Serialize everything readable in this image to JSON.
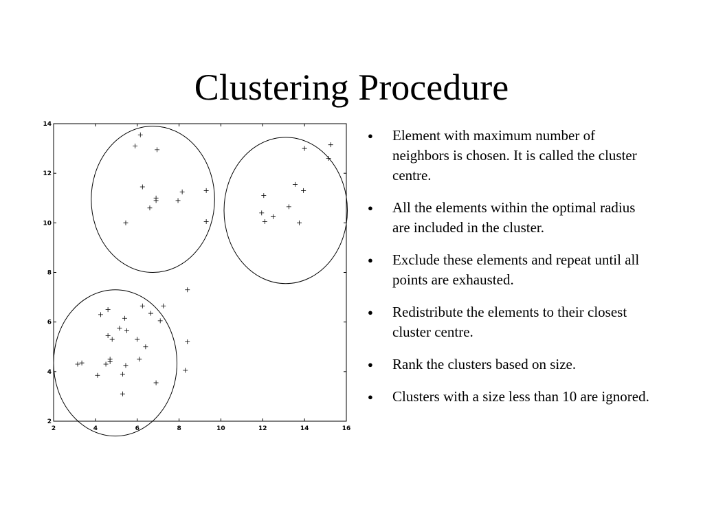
{
  "slide": {
    "title": "Clustering Procedure"
  },
  "bullets": [
    "Element with maximum number of neighbors is chosen. It is called the cluster centre.",
    "All the elements within the optimal radius are included in the cluster.",
    "Exclude these elements and repeat until all points are exhausted.",
    "Redistribute the elements to their closest cluster centre.",
    "Rank the clusters based on size.",
    "Clusters with a size less than 10 are ignored."
  ],
  "chart_data": {
    "type": "scatter",
    "marker": "+",
    "xlim": [
      2,
      16
    ],
    "ylim": [
      2,
      14
    ],
    "xticks": [
      "2",
      "4",
      "6",
      "8",
      "10",
      "12",
      "14",
      "16"
    ],
    "yticks": [
      "2",
      "4",
      "6",
      "8",
      "10",
      "12",
      "14"
    ],
    "grid": false,
    "points": [
      {
        "x": 6.15,
        "y": 13.55
      },
      {
        "x": 5.9,
        "y": 13.1
      },
      {
        "x": 6.95,
        "y": 12.95
      },
      {
        "x": 6.25,
        "y": 11.45
      },
      {
        "x": 6.9,
        "y": 11.0
      },
      {
        "x": 6.9,
        "y": 10.9
      },
      {
        "x": 8.15,
        "y": 11.25
      },
      {
        "x": 7.95,
        "y": 10.9
      },
      {
        "x": 9.3,
        "y": 11.3
      },
      {
        "x": 6.6,
        "y": 10.6
      },
      {
        "x": 5.45,
        "y": 10.0
      },
      {
        "x": 9.3,
        "y": 10.05
      },
      {
        "x": 14.0,
        "y": 13.0
      },
      {
        "x": 15.25,
        "y": 13.15
      },
      {
        "x": 15.15,
        "y": 12.6
      },
      {
        "x": 13.55,
        "y": 11.55
      },
      {
        "x": 13.95,
        "y": 11.3
      },
      {
        "x": 12.05,
        "y": 11.1
      },
      {
        "x": 13.25,
        "y": 10.65
      },
      {
        "x": 11.95,
        "y": 10.4
      },
      {
        "x": 12.5,
        "y": 10.25
      },
      {
        "x": 12.1,
        "y": 10.05
      },
      {
        "x": 13.75,
        "y": 10.0
      },
      {
        "x": 8.4,
        "y": 7.3
      },
      {
        "x": 7.25,
        "y": 6.65
      },
      {
        "x": 6.25,
        "y": 6.65
      },
      {
        "x": 4.6,
        "y": 6.5
      },
      {
        "x": 4.25,
        "y": 6.3
      },
      {
        "x": 6.65,
        "y": 6.35
      },
      {
        "x": 5.4,
        "y": 6.15
      },
      {
        "x": 7.1,
        "y": 6.05
      },
      {
        "x": 5.15,
        "y": 5.75
      },
      {
        "x": 5.5,
        "y": 5.65
      },
      {
        "x": 4.6,
        "y": 5.45
      },
      {
        "x": 4.8,
        "y": 5.3
      },
      {
        "x": 6.0,
        "y": 5.3
      },
      {
        "x": 8.4,
        "y": 5.2
      },
      {
        "x": 6.4,
        "y": 5.0
      },
      {
        "x": 6.1,
        "y": 4.5
      },
      {
        "x": 4.7,
        "y": 4.5
      },
      {
        "x": 4.7,
        "y": 4.4
      },
      {
        "x": 3.15,
        "y": 4.3
      },
      {
        "x": 3.35,
        "y": 4.35
      },
      {
        "x": 4.5,
        "y": 4.3
      },
      {
        "x": 5.45,
        "y": 4.25
      },
      {
        "x": 8.3,
        "y": 4.05
      },
      {
        "x": 4.1,
        "y": 3.85
      },
      {
        "x": 5.3,
        "y": 3.9
      },
      {
        "x": 6.9,
        "y": 3.55
      },
      {
        "x": 5.3,
        "y": 3.1
      }
    ],
    "circles": [
      {
        "cx": 6.75,
        "cy": 10.95,
        "r": 2.95
      },
      {
        "cx": 13.1,
        "cy": 10.5,
        "r": 2.95
      },
      {
        "cx": 4.95,
        "cy": 4.35,
        "r": 2.95
      }
    ]
  }
}
